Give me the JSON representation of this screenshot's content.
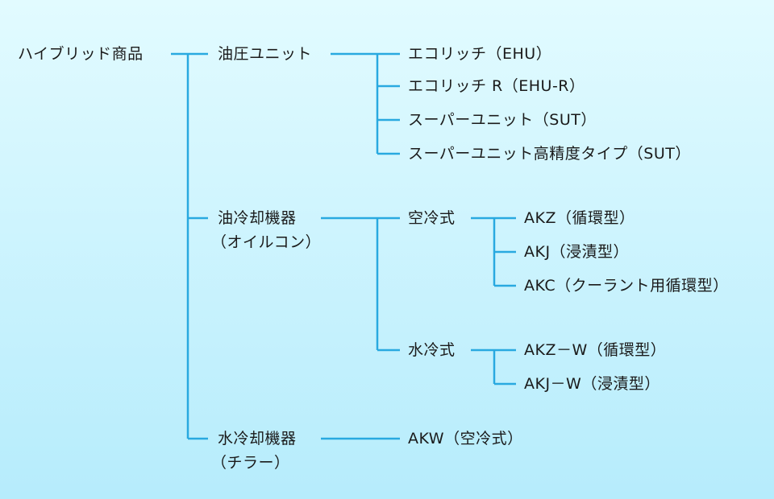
{
  "colors": {
    "connector": "#29a9e0",
    "text": "#1a1a1a",
    "background_top": "#e2fbff",
    "background_bottom": "#b6ecfc"
  },
  "root": "ハイブリッド商品",
  "branches": {
    "hydraulic_unit": {
      "label": "油圧ユニット",
      "children": [
        "エコリッチ（EHU）",
        "エコリッチ R（EHU-R）",
        "スーパーユニット（SUT）",
        "スーパーユニット高精度タイプ（SUT）"
      ]
    },
    "oil_cooler": {
      "label_line1": "油冷却機器",
      "label_line2": "（オイルコン）",
      "air_cooled": {
        "label": "空冷式",
        "children": [
          "AKZ（循環型）",
          "AKJ（浸漬型）",
          "AKC（クーラント用循環型）"
        ]
      },
      "water_cooled": {
        "label": "水冷式",
        "children": [
          "AKZ－W（循環型）",
          "AKJ－W（浸漬型）"
        ]
      }
    },
    "water_cooler": {
      "label_line1": "水冷却機器",
      "label_line2": "（チラー）",
      "children": [
        "AKW（空冷式）"
      ]
    }
  }
}
